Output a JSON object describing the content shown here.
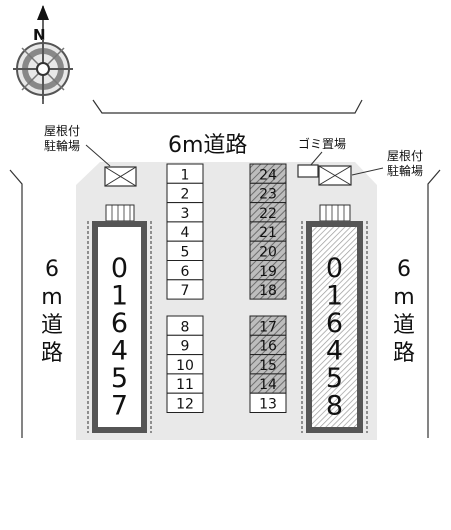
{
  "compass": {
    "north_label": "N"
  },
  "roads": {
    "top": "6m道路",
    "left": "6m道路",
    "right": "6m道路"
  },
  "labels": {
    "bike_shelter_left": [
      "屋根付",
      "駐輪場"
    ],
    "bike_shelter_right": [
      "屋根付",
      "駐輪場"
    ],
    "garbage": "ゴミ置場"
  },
  "buildings": {
    "left": {
      "number": "016457",
      "highlighted": false
    },
    "right": {
      "number": "016458",
      "highlighted": true
    }
  },
  "parking": {
    "left_column_upper": [
      "1",
      "2",
      "3",
      "4",
      "5",
      "6",
      "7"
    ],
    "left_column_lower": [
      "8",
      "9",
      "10",
      "11",
      "12"
    ],
    "right_column_upper": [
      "24",
      "23",
      "22",
      "21",
      "20",
      "19",
      "18"
    ],
    "right_column_lower": [
      "17",
      "16",
      "15",
      "14",
      "13"
    ],
    "hatched_spaces": [
      "24",
      "23",
      "22",
      "21",
      "20",
      "19",
      "18",
      "17",
      "16",
      "15",
      "14"
    ]
  },
  "colors": {
    "lot": "#e9e9e9",
    "building_wall": "#555555",
    "hatch": "#8c8c8c",
    "line": "#222222"
  }
}
